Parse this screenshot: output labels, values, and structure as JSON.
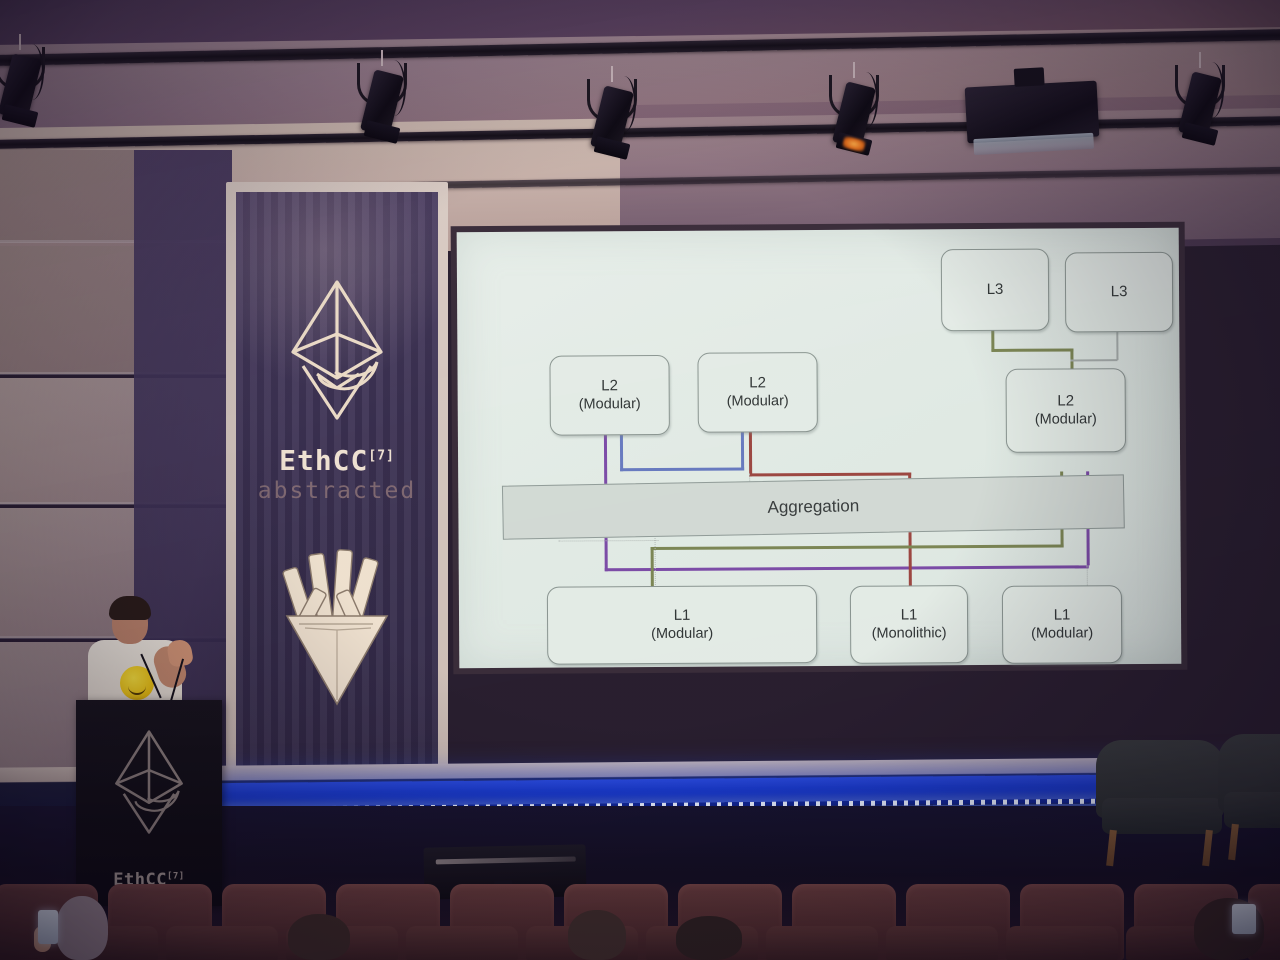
{
  "scene": {
    "venue_description": "Conference auditorium stage with projection screen",
    "event_name": "EthCC",
    "event_edition": "[7]",
    "event_tagline": "abstracted"
  },
  "banner": {
    "wordmark": "EthCC",
    "superscript": "[7]",
    "tagline": "abstracted",
    "logo_icon": "ethereum-diamond-icon",
    "graphic_icon": "fries-cone-icon"
  },
  "podium": {
    "wordmark": "EthCC",
    "superscript": "[7]",
    "logo_icon": "ethereum-diamond-icon"
  },
  "speaker": {
    "shirt_graphic": "smiley-face-icon"
  },
  "slide": {
    "title": "",
    "aggregation_label": "Aggregation",
    "nodes": [
      {
        "id": "l3-left",
        "label": "L3",
        "sublabel": ""
      },
      {
        "id": "l3-right",
        "label": "L3",
        "sublabel": ""
      },
      {
        "id": "l2-left",
        "label": "L2",
        "sublabel": "(Modular)"
      },
      {
        "id": "l2-mid",
        "label": "L2",
        "sublabel": "(Modular)"
      },
      {
        "id": "l2-right",
        "label": "L2",
        "sublabel": "(Modular)"
      },
      {
        "id": "l1-left",
        "label": "L1",
        "sublabel": "(Modular)"
      },
      {
        "id": "l1-mid",
        "label": "L1",
        "sublabel": "(Monolithic)"
      },
      {
        "id": "l1-right",
        "label": "L1",
        "sublabel": "(Modular)"
      }
    ],
    "connections": [
      {
        "from": "l2-left",
        "to": "l1-left",
        "color": "#7e4fa8",
        "name": "purple-link"
      },
      {
        "from": "l2-left",
        "to": "aggregation",
        "color": "#6a7fc0",
        "name": "blue-link"
      },
      {
        "from": "l2-mid",
        "to": "l1-mid",
        "color": "#9e4a42",
        "name": "red-link"
      },
      {
        "from": "l2-right",
        "to": "l1-left",
        "color": "#7e8b56",
        "name": "green-link"
      },
      {
        "from": "l2-right",
        "to": "l1-right",
        "color": "#7e4fa8",
        "name": "purple-link-right"
      },
      {
        "from": "l3-left",
        "to": "l2-right",
        "color": "#7e8b56",
        "name": "green-l3-link"
      },
      {
        "from": "l3-right",
        "to": "l2-right",
        "color": "#a9b2ad",
        "name": "gray-l3-link"
      }
    ],
    "colors": {
      "screen_bg": "#e4ece6",
      "node_border": "#8d9a93",
      "aggregation_fill": "#d3dbd5",
      "purple": "#7e4fa8",
      "blue": "#6a7fc0",
      "red": "#9e4a42",
      "green": "#7e8b56",
      "gray": "#a9b2ad"
    }
  },
  "stage": {
    "led_strip_color": "#1437c8",
    "armchair_count": 2,
    "floor_monitor": "stage-monitor"
  },
  "audience": {
    "seat_color": "#542f2f",
    "visible_people": 5,
    "phone_held": true
  },
  "lighting": {
    "fixture_count": 7,
    "warm_fixture_glow": "#ffb24a"
  }
}
